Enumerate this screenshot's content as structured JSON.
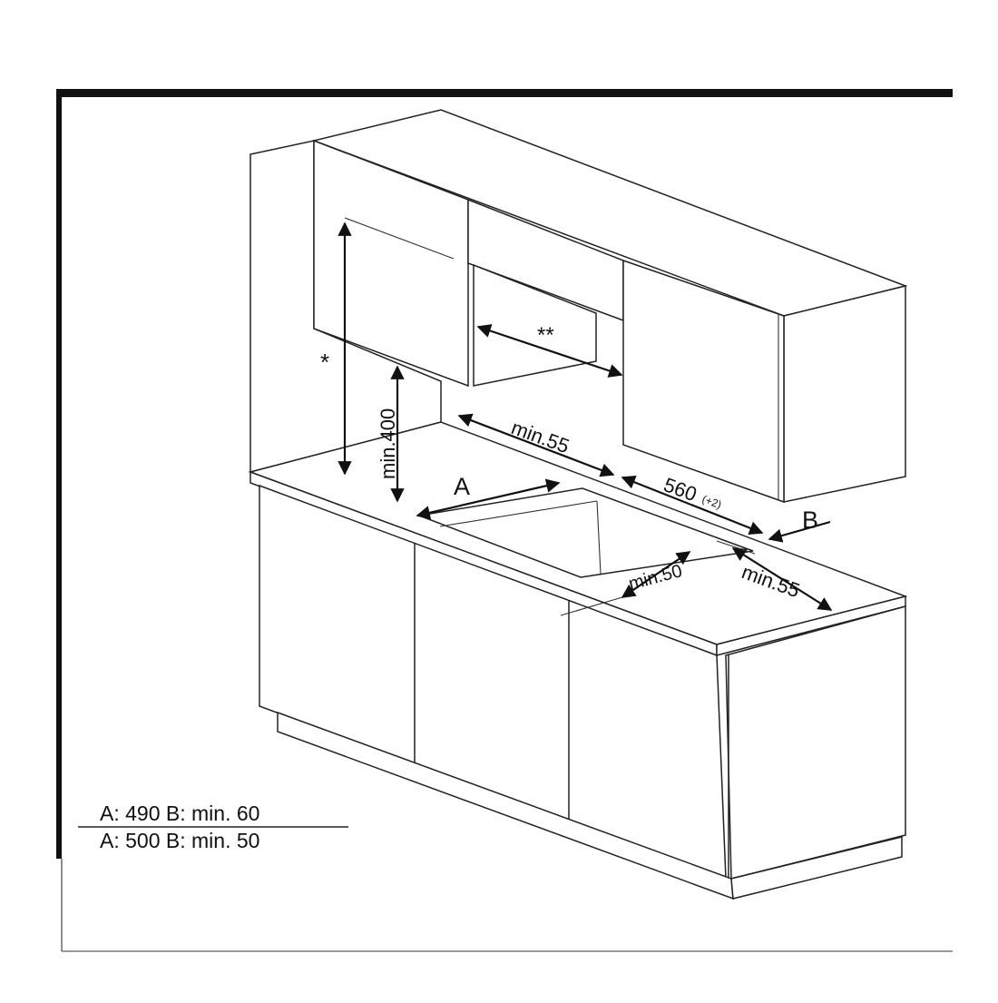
{
  "labels": {
    "star_single": "*",
    "star_double": "**",
    "min_400": "min.400",
    "min_55_rear": "min.55",
    "dim_A": "A",
    "dim_560": "560",
    "dim_560_tol": "(+2)",
    "dim_B": "B",
    "min_50": "min.50",
    "min_55_side": "min.55"
  },
  "legend": {
    "row1": "A: 490  B: min. 60",
    "row2": "A: 500  B: min. 50"
  },
  "colors": {
    "frame": "#111111",
    "line": "#222222",
    "background": "#ffffff"
  }
}
